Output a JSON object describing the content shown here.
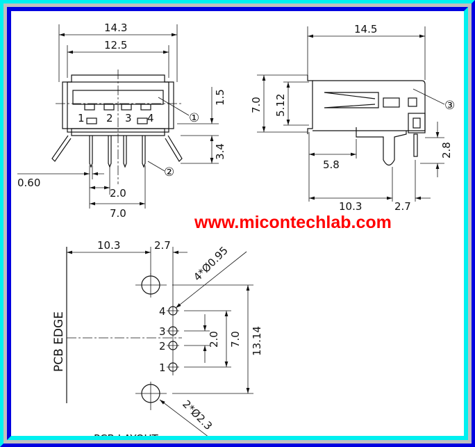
{
  "front_view": {
    "dim_width_outer": "14.3",
    "dim_width_inner": "12.5",
    "dim_top": "1.5",
    "dim_pin_len": "3.4",
    "dim_pin_width": "0.60",
    "dim_pin_pitch": "2.0",
    "dim_pin_span": "7.0",
    "pin_labels": [
      "1",
      "2",
      "3",
      "4"
    ],
    "callout_1": "①",
    "callout_2": "②"
  },
  "side_view": {
    "dim_length": "14.5",
    "dim_height": "7.0",
    "dim_opening": "5.12",
    "dim_5_8": "5.8",
    "dim_10_3": "10.3",
    "dim_2_7": "2.7",
    "dim_2_8": "2.8",
    "callout_3": "③"
  },
  "watermark": "www.micontechlab.com",
  "watermark_color": "#ff0000",
  "pcb_layout": {
    "dim_10_3": "10.3",
    "dim_2_7": "2.7",
    "pin_holes": "4*Ø0.95",
    "mount_holes": "2*Ø2.3",
    "dim_13_14": "13.14",
    "dim_7_0": "7.0",
    "dim_2_0": "2.0",
    "edge_label": "PCB EDGE",
    "pin_labels": [
      "4",
      "3",
      "2",
      "1"
    ],
    "title": "PCB LAYOUT"
  },
  "frame_colors": {
    "outer": "#00f0f0",
    "middle": "#c0c0c0",
    "inner": "#0000e0"
  }
}
